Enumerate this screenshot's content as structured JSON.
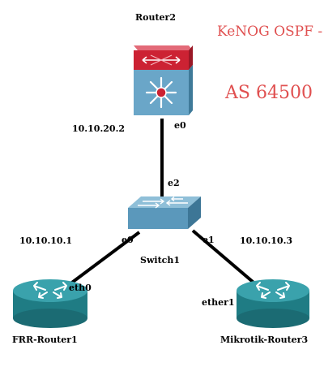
{
  "title_text": "KeNOG OSPF -",
  "as_text": "AS 64500",
  "nodes": {
    "router2": {
      "name": "Router2"
    },
    "switch1": {
      "name": "Switch1"
    },
    "router1": {
      "name": "FRR-Router1"
    },
    "router3": {
      "name": "Mikrotik-Router3"
    }
  },
  "ip_labels": {
    "router2_ip": "10.10.20.2",
    "router1_ip": "10.10.10.1",
    "router3_ip": "10.10.10.3"
  },
  "interface_labels": {
    "router2_e0": "e0",
    "switch_e2": "e2",
    "switch_e0": "e0",
    "switch_e1": "e1",
    "router1_eth0": "eth0",
    "router3_ether1": "ether1"
  },
  "colors": {
    "router_teal": "#2a8a92",
    "router_teal_dark": "#1b6b73",
    "l3switch_blue": "#6aa6c8",
    "l3switch_red": "#cc2233",
    "link": "#000000",
    "title_red": "#e05050"
  }
}
